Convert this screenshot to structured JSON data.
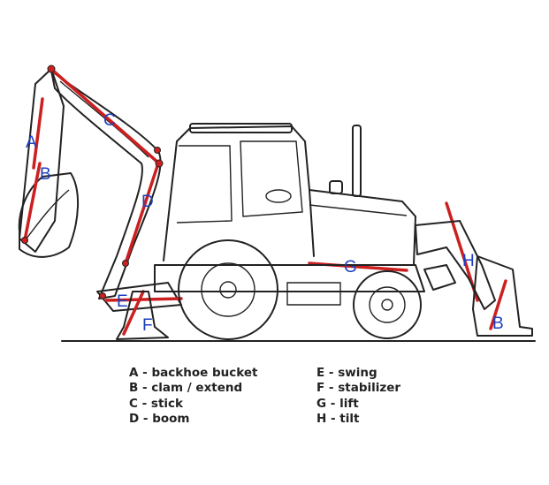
{
  "diagram": {
    "markers": {
      "A": "A",
      "B": "B",
      "C": "C",
      "D": "D",
      "E": "E",
      "F": "F",
      "G": "G",
      "H": "H",
      "B2": "B"
    },
    "accent_color": "#cc1f1f",
    "marker_color": "#1b3fbf"
  },
  "legend": {
    "left": [
      "A - backhoe bucket",
      "B - clam / extend",
      "C - stick",
      "D - boom"
    ],
    "right": [
      "E - swing",
      "F - stabilizer",
      "G - lift",
      "H - tilt"
    ]
  }
}
